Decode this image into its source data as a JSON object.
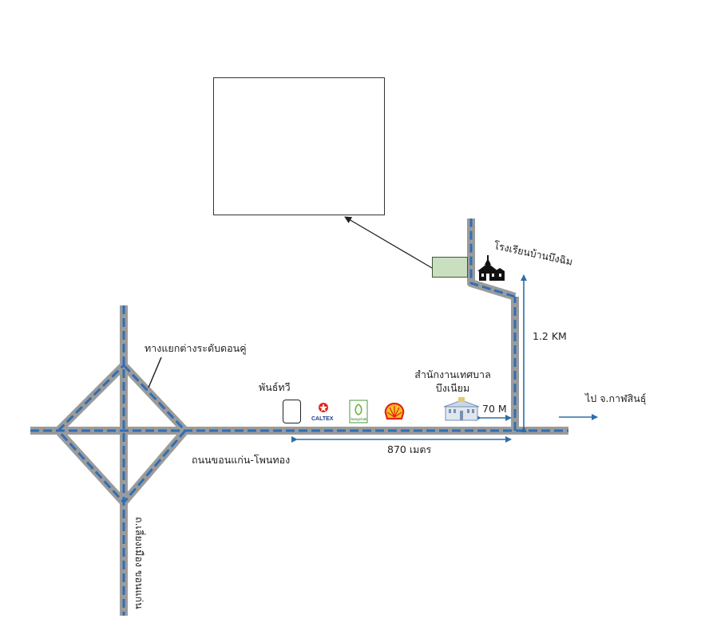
{
  "labels": {
    "interchange": "ทางแยกต่างระดับดอนคู่",
    "pantip": "พันธ์ทวี",
    "municipal_line1": "สำนักงานเทศบาล",
    "municipal_line2": "บึงเนียม",
    "school": "โรงเรียนบ้านบึงฉิม",
    "dist_1_2km": "1.2 KM",
    "dist_70m": "70 M",
    "dist_870m": "870 เมตร",
    "to_kalasin": "ไป จ.กาฬสินธุ์",
    "road_khonkaen_phonthong": "ถนนขอนแก่น-โพนทอง",
    "road_chiangyuen": "ถ.เลี่ยงเมือง ขอนแก่น"
  },
  "logos": {
    "caltex": "CALTEX",
    "bangchak": "bangchak"
  },
  "colors": {
    "road": "#9b9b9b",
    "road_dash": "#2f6fb5",
    "arrow": "#2e6ea7",
    "green_box": "#c9dfc0",
    "shell_red": "#e2231a",
    "shell_yellow": "#f7c21b"
  },
  "icons": [
    "school-icon",
    "municipal-building-icon",
    "caltex-logo",
    "bangchak-logo",
    "shell-logo"
  ]
}
